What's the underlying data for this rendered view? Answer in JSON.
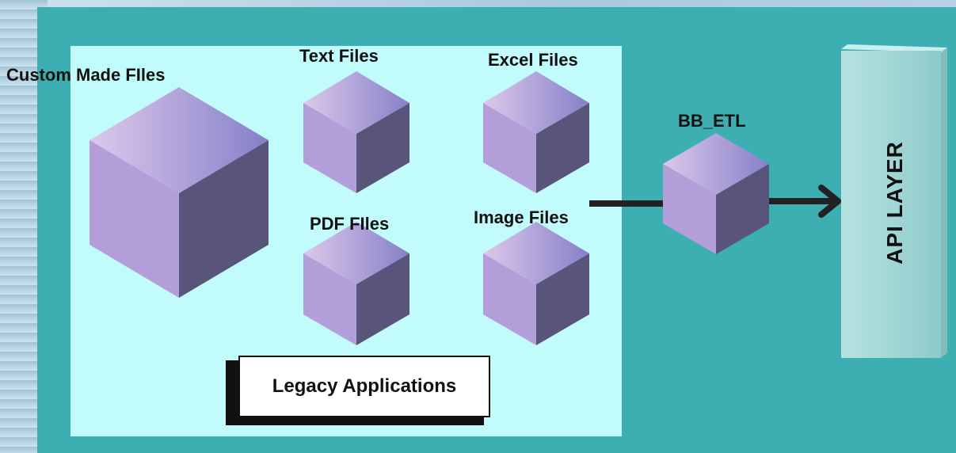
{
  "labels": {
    "custom": "Custom Made FIles",
    "text": "Text Files",
    "excel": "Excel Files",
    "pdf": "PDF FIles",
    "image": "Image Files",
    "bbetl": "BB_ETL",
    "api": "API LAYER",
    "legacy": "Legacy Applications"
  },
  "colors": {
    "panel": "#3daeb2",
    "legacy_box": "#c1fbfb",
    "cube_top_light": "#d8c3e6",
    "cube_top_dark": "#8e86cc",
    "cube_left": "#b39ed9",
    "cube_right": "#58547a",
    "api_layer": "#9fd3d3"
  }
}
